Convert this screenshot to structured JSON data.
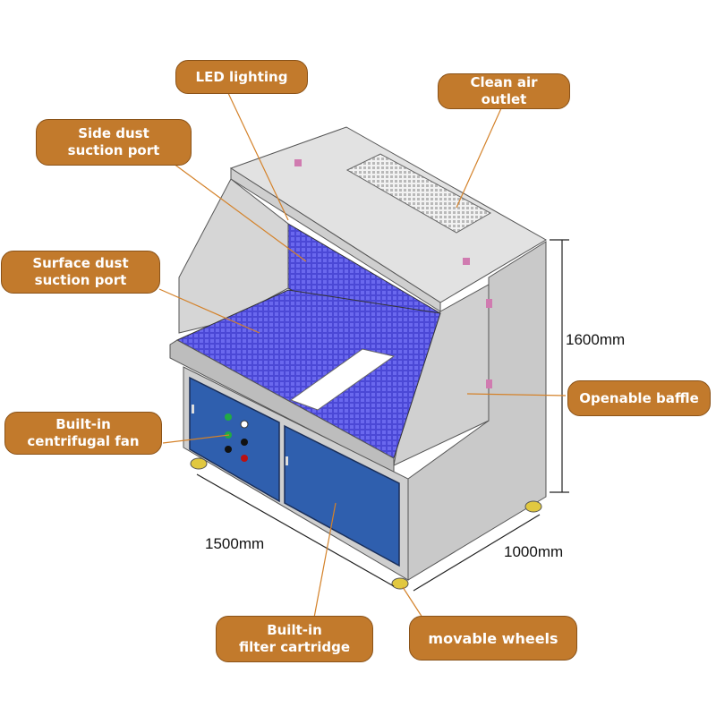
{
  "callouts": {
    "led_lighting": "LED lighting",
    "clean_air_outlet": "Clean air outlet",
    "side_dust_suction_port": "Side dust\nsuction port",
    "surface_dust_suction_port": "Surface  dust\nsuction port",
    "built_in_centrifugal_fan": "Built-in\ncentrifugal fan",
    "openable_baffle": "Openable baffle",
    "built_in_filter_cartridge": "Built-in\nfilter cartridge",
    "movable_wheels": "movable wheels"
  },
  "dimensions": {
    "height": "1600mm",
    "width": "1500mm",
    "depth": "1000mm"
  },
  "colors": {
    "label_fill": "#c27a2c",
    "cabinet_gray": "#d4d4d4",
    "panel_blue": "#2f5fae",
    "grid_blue": "#4a4ad8"
  }
}
